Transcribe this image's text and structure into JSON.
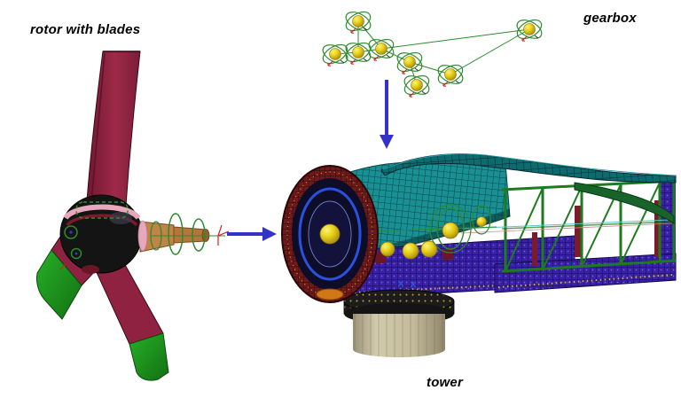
{
  "labels": {
    "rotor": "rotor with blades",
    "gearbox": "gearbox",
    "tower": "tower"
  },
  "colors": {
    "arrow": "#3333cc",
    "background": "#ffffff",
    "blade_maroon": "#8e2240",
    "blade_tip_green": "#1e9e1e",
    "wireframe_green": "#2e8b2e",
    "joint_sphere_yellow": "#e8d21a",
    "nacelle_teal": "#189094",
    "bedplate_purple": "#3a22a8",
    "truss_green": "#1e7a1e",
    "tower_khaki": "#bfb89c"
  }
}
